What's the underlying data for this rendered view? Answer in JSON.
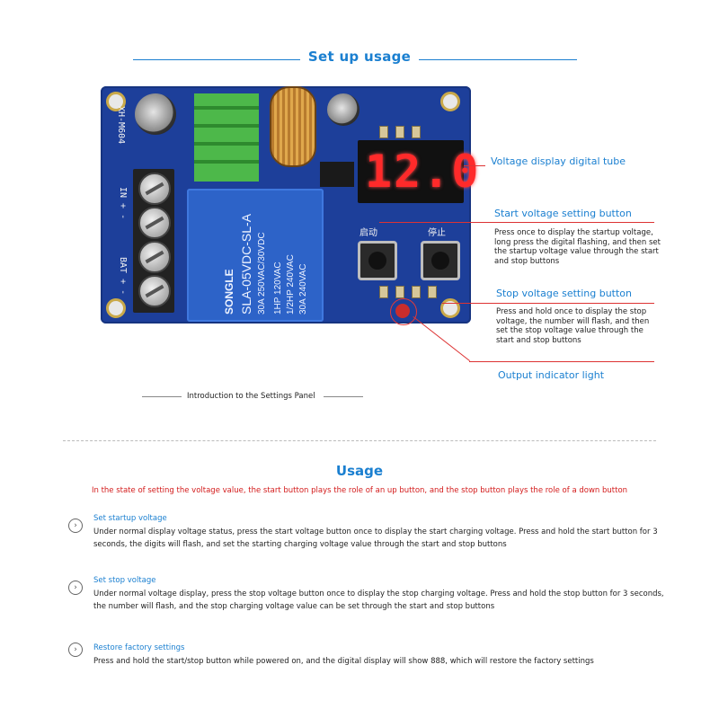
{
  "header": {
    "title": "Set up usage"
  },
  "board": {
    "model_text": "XH-M604",
    "in_text": "IN + -",
    "bat_text": "BAT + -",
    "relay_lines": [
      "SONGLE",
      "SLA-05VDC-SL-A",
      "30A 250VAC/30VDC",
      "1HP 120VAC",
      "1/2HP 240VAC",
      "30A 240VAC"
    ],
    "display_value": "12.0",
    "start_btn_label": "启动",
    "stop_btn_label": "停止"
  },
  "callouts": {
    "voltage_display": "Voltage display digital tube",
    "start_button": "Start voltage setting button",
    "start_desc": "Press once to display the startup voltage, long press the digital flashing, and then set the startup voltage value through the start and stop buttons",
    "stop_button": "Stop voltage setting button",
    "stop_desc": "Press and hold once to display the stop voltage, the number will flash, and then set the stop voltage value through the start and stop buttons",
    "output_light": "Output indicator light"
  },
  "panel_caption": "Introduction to the Settings Panel",
  "usage": {
    "title": "Usage",
    "subtitle": "In the state of setting the voltage value, the start button plays the role of an up button, and the stop button plays the role of a down button",
    "items": [
      {
        "title": "Set startup voltage",
        "text": "Under normal display voltage status, press the start voltage button once to display the start charging voltage. Press and hold the start button for 3 seconds, the digits will flash, and set the starting charging voltage value through the start and stop buttons"
      },
      {
        "title": "Set stop voltage",
        "text": "Under normal voltage display, press the stop voltage button once to display the stop charging voltage. Press and hold the stop button for 3 seconds, the number will flash, and the stop charging voltage value can be set through the start and stop buttons"
      },
      {
        "title": "Restore factory settings",
        "text": "Press and hold the start/stop button while powered on, and the digital display will show 888, which will restore the factory settings"
      }
    ]
  },
  "icons": {
    "bullet": "chevron-right-circle-icon"
  },
  "colors": {
    "accent": "#1a7fd0",
    "callout": "#d33",
    "board": "#1d3f9a"
  }
}
